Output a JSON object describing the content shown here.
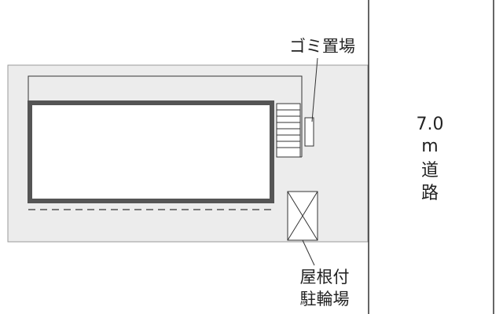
{
  "labels": {
    "garbage": "ゴミ置場",
    "bike_parking_line1": "屋根付",
    "bike_parking_line2": "駐輪場",
    "road_width": "7.0",
    "road_unit": "m",
    "road_char1": "道",
    "road_char2": "路"
  },
  "colors": {
    "lot_fill": "#ececec",
    "line": "#333333",
    "building_wall": "#555555",
    "background": "#ffffff"
  }
}
